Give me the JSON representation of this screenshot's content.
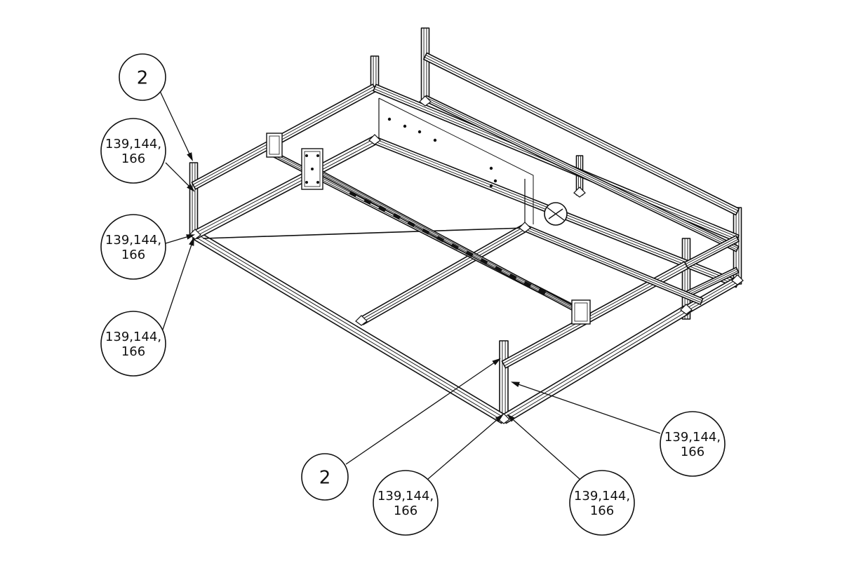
{
  "diagram": {
    "stroke_color": "#111111",
    "background_color": "#ffffff"
  },
  "callouts": [
    {
      "id": "c-top-left",
      "lines": [
        "2"
      ]
    },
    {
      "id": "c-left-1",
      "lines": [
        "139,144,",
        "166"
      ]
    },
    {
      "id": "c-left-2",
      "lines": [
        "139,144,",
        "166"
      ]
    },
    {
      "id": "c-left-3",
      "lines": [
        "139,144,",
        "166"
      ]
    },
    {
      "id": "c-bottom-2",
      "lines": [
        "2"
      ]
    },
    {
      "id": "c-bottom-mid",
      "lines": [
        "139,144,",
        "166"
      ]
    },
    {
      "id": "c-bottom-right",
      "lines": [
        "139,144,",
        "166"
      ]
    },
    {
      "id": "c-right",
      "lines": [
        "139,144,",
        "166"
      ]
    }
  ]
}
